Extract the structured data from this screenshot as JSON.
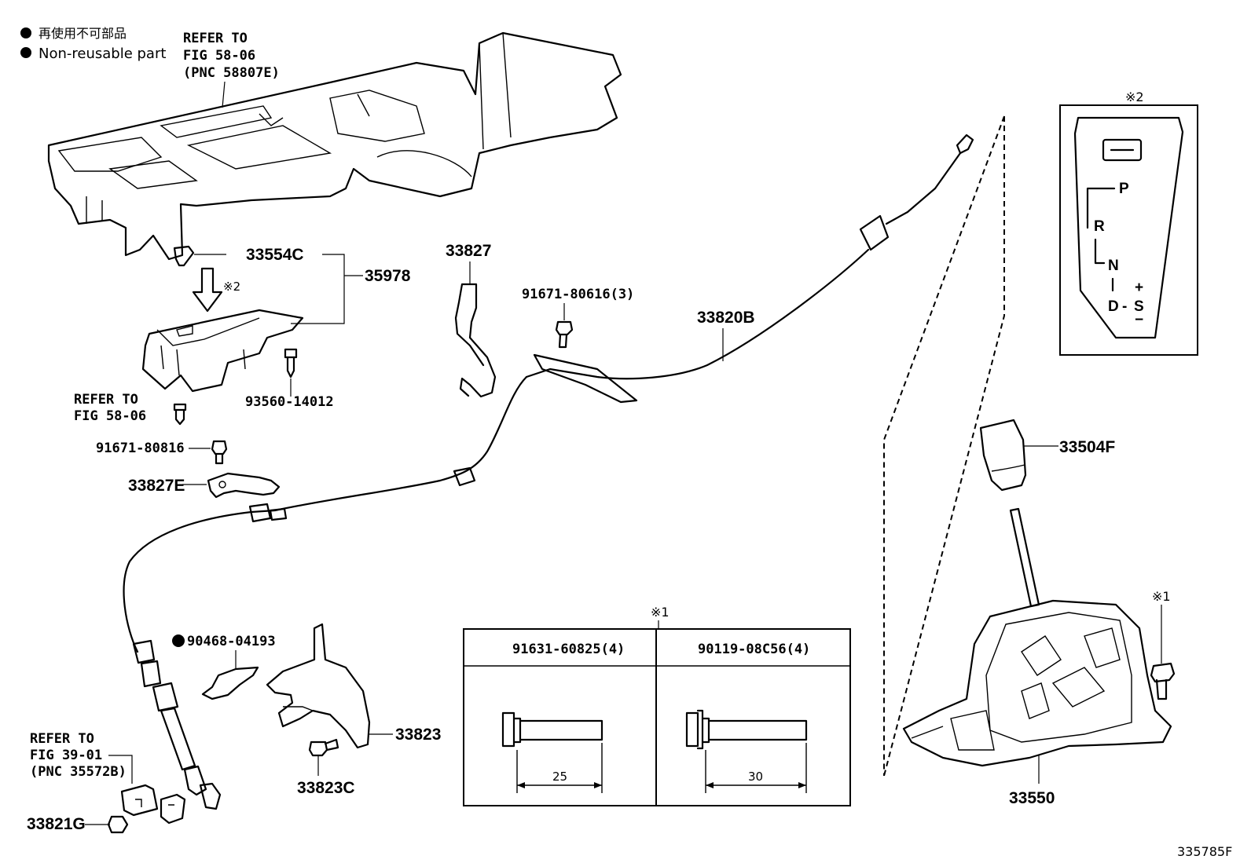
{
  "legend": {
    "dot_symbol": "●",
    "jp": "再使用不可部品",
    "en": "Non-reusable part"
  },
  "refs": {
    "console": [
      "REFER TO",
      "FIG 58-06",
      "(PNC 58807E)"
    ],
    "bracket": [
      "REFER TO",
      "FIG 58-06"
    ],
    "cable_end": [
      "REFER TO",
      "FIG 39-01",
      "(PNC 35572B)"
    ]
  },
  "parts": {
    "p33554C": "33554C",
    "p35978": "35978",
    "note2_small": "※2",
    "p93560": "93560-14012",
    "p91671_80816": "91671-80816",
    "p33827E": "33827E",
    "p33827": "33827",
    "p91671_80616": "91671-80616(3)",
    "p33820B": "33820B",
    "p90468_dot": "●",
    "p90468": "90468-04193",
    "p33823": "33823",
    "p33823C": "33823C",
    "p33821G": "33821G",
    "p33504F": "33504F",
    "p33550": "33550",
    "note1_bolt": "※1"
  },
  "gate_panel": {
    "note": "※2",
    "positions": [
      "P",
      "R",
      "N",
      "D",
      "-",
      "S",
      "+",
      "−"
    ]
  },
  "bolt_table": {
    "note": "※1",
    "columns": [
      {
        "part": "91631-60825(4)",
        "length": "25"
      },
      {
        "part": "90119-08C56(4)",
        "length": "30"
      }
    ]
  },
  "figure_code": "335785F"
}
